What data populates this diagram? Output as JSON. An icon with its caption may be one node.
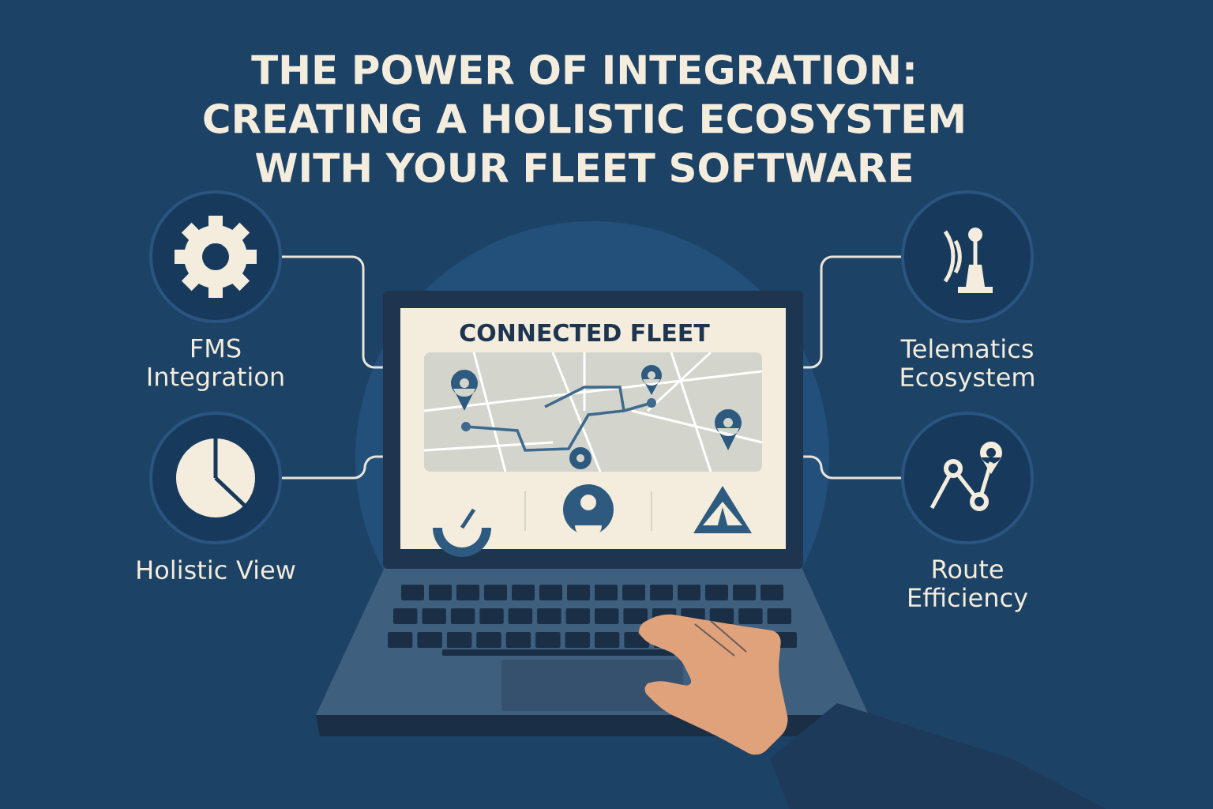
{
  "diagram": {
    "title": "THE POWER OF INTEGRATION: CREATING A HOLISTIC ECOSYSTEM WITH YOUR FLEET SOFTWARE",
    "nodes": [
      {
        "text": [
          "FMS Integration"
        ]
      },
      {
        "text": [
          "Holistic View"
        ]
      },
      {
        "text": [
          "Telematics Ecosystem"
        ]
      },
      {
        "text": [
          "Route Efficiency"
        ]
      },
      {
        "text": [
          "CONNECTED FLEET"
        ]
      }
    ],
    "edges": [
      {
        "from": 0,
        "to": 4,
        "arrow": "none"
      },
      {
        "from": 1,
        "to": 4,
        "arrow": "none"
      },
      {
        "from": 2,
        "to": 4,
        "arrow": "none"
      },
      {
        "from": 3,
        "to": 4,
        "arrow": "none"
      }
    ]
  }
}
